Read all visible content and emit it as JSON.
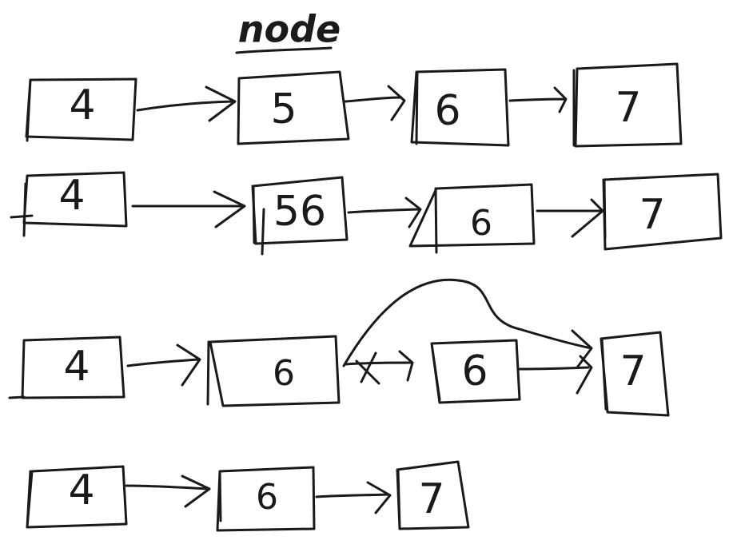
{
  "title": "node",
  "rows": [
    {
      "nodes": [
        "4",
        "5",
        "6",
        "7"
      ]
    },
    {
      "nodes": [
        "4",
        "56",
        "6",
        "7"
      ]
    },
    {
      "nodes": [
        "4",
        "6",
        "6",
        "7"
      ]
    },
    {
      "nodes": [
        "4",
        "6",
        "7"
      ]
    }
  ]
}
